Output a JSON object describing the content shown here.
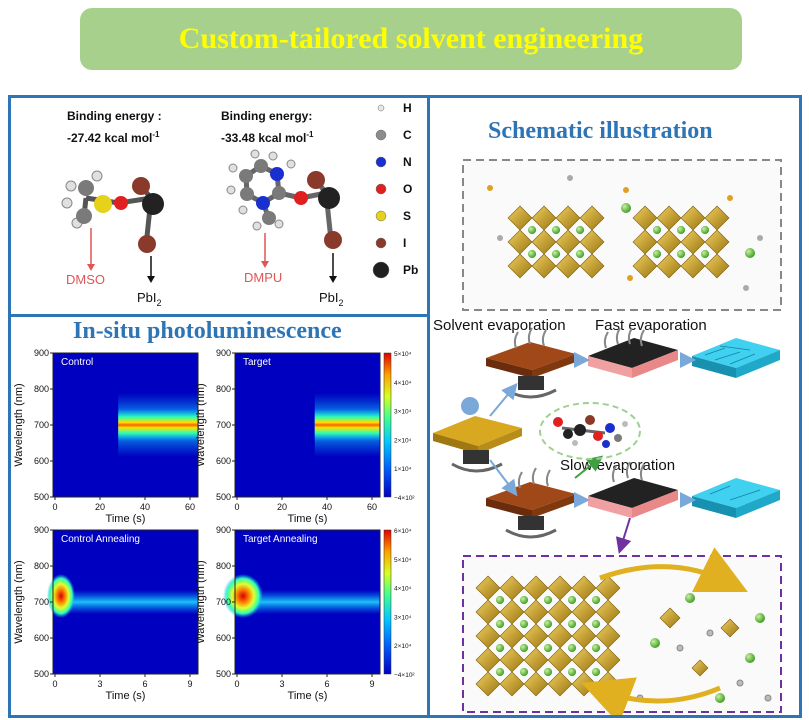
{
  "title": "Custom-tailored solvent engineering",
  "binding": {
    "dmso": {
      "label": "Binding energy :",
      "value": "-27.42 kcal mol",
      "sup": "-1",
      "name": "DMSO",
      "product": "PbI",
      "product_sub": "2"
    },
    "dmpu": {
      "label": "Binding energy:",
      "value": "-33.48 kcal mol",
      "sup": "-1",
      "name": "DMPU",
      "product": "PbI",
      "product_sub": "2"
    },
    "legend": [
      {
        "symbol": "H",
        "color": "#e8e8e8"
      },
      {
        "symbol": "C",
        "color": "#8c8c8c"
      },
      {
        "symbol": "N",
        "color": "#1a2fd0"
      },
      {
        "symbol": "O",
        "color": "#e02020"
      },
      {
        "symbol": "S",
        "color": "#e6d21a"
      },
      {
        "symbol": "I",
        "color": "#8a3a2a"
      },
      {
        "symbol": "Pb",
        "color": "#202020"
      }
    ]
  },
  "pl": {
    "title": "In-situ photoluminescence",
    "ylabel": "Wavelength (nm)",
    "xlabel": "Time (s)",
    "panels": [
      {
        "label": "Control",
        "xticks": [
          "0",
          "20",
          "40",
          "60"
        ],
        "yticks": [
          "900",
          "800",
          "700",
          "600",
          "500"
        ],
        "cbar": {
          "max": "5×10⁴",
          "ticks": [
            "5×10⁴",
            "4×10⁴",
            "3×10⁴",
            "2×10⁴",
            "1×10⁴",
            "−4×10²"
          ]
        }
      },
      {
        "label": "Target",
        "xticks": [
          "0",
          "20",
          "40",
          "60"
        ],
        "yticks": [
          "900",
          "800",
          "700",
          "600",
          "500"
        ],
        "cbar": {
          "max": "5×10⁴",
          "ticks": [
            "5×10⁴",
            "4×10⁴",
            "3×10⁴",
            "2×10⁴",
            "1×10⁴",
            "−4×10²"
          ]
        }
      },
      {
        "label": "Control Annealing",
        "xticks": [
          "0",
          "3",
          "6",
          "9"
        ],
        "yticks": [
          "900",
          "800",
          "700",
          "600",
          "500"
        ],
        "cbar": {
          "max": "6×10⁴",
          "ticks": [
            "6×10⁴",
            "5×10⁴",
            "4×10⁴",
            "3×10⁴",
            "2×10⁴",
            "−4×10²"
          ]
        }
      },
      {
        "label": "Target Annealing",
        "xticks": [
          "0",
          "3",
          "6",
          "9"
        ],
        "yticks": [
          "900",
          "800",
          "700",
          "600",
          "500"
        ],
        "cbar": {
          "max": "6×10⁴",
          "ticks": [
            "6×10⁴",
            "5×10⁴",
            "4×10⁴",
            "3×10⁴",
            "2×10⁴",
            "−4×10²"
          ]
        }
      }
    ]
  },
  "schematic": {
    "title": "Schematic illustration",
    "solvent_evaporation": "Solvent evaporation",
    "fast_evaporation": "Fast evaporation",
    "slow_evaporation": "Slow evaporation"
  },
  "colors": {
    "panel_border": "#2e75b6",
    "banner_bg": "#a8d08d",
    "banner_text": "#ffff00",
    "dmso_red": "#e05555",
    "dashed_grey": "#888888",
    "dashed_purple": "#7030a0",
    "gold": "#c8a020",
    "green_ball": "#6cbf3c",
    "cyan": "#29c0e0"
  }
}
